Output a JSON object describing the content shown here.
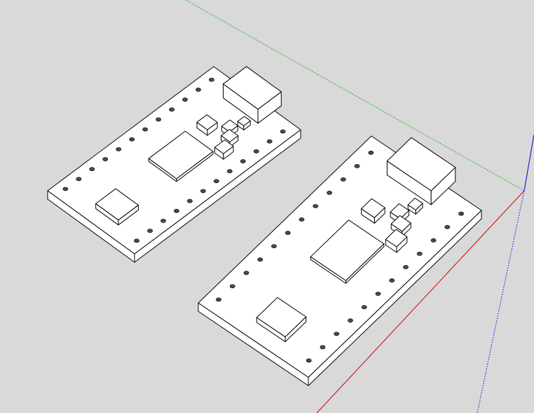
{
  "viewport": {
    "background": "#d9d9d9",
    "axes": {
      "red": "#d40000",
      "green": "#00a000",
      "blue": "#0000d0"
    },
    "model_fill": "#ffffff",
    "edge_color": "#000000",
    "hole_color": "#4a4a4a"
  },
  "models": [
    {
      "name": "board-left",
      "components": [
        "main-chip",
        "crystal",
        "usb-connector",
        "smd-1",
        "smd-2",
        "smd-3",
        "smd-4",
        "smd-5"
      ]
    },
    {
      "name": "board-right",
      "components": [
        "main-chip",
        "crystal",
        "usb-connector",
        "smd-1",
        "smd-2",
        "smd-3",
        "smd-4",
        "smd-5"
      ]
    }
  ]
}
